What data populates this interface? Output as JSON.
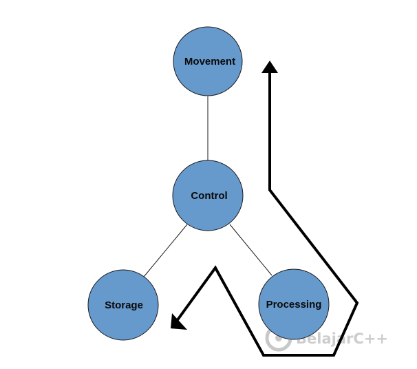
{
  "diagram": {
    "nodes": {
      "movement": {
        "label": "Movement"
      },
      "control": {
        "label": "Control"
      },
      "storage": {
        "label": "Storage"
      },
      "processing": {
        "label": "Processing"
      }
    },
    "edges": [
      {
        "from": "movement",
        "to": "control"
      },
      {
        "from": "control",
        "to": "storage"
      },
      {
        "from": "control",
        "to": "processing"
      }
    ],
    "colors": {
      "node_fill": "#6699cc",
      "node_stroke": "#1a1a1a",
      "arrow": "#000000"
    }
  },
  "watermark": {
    "text": "BelajarC++"
  }
}
